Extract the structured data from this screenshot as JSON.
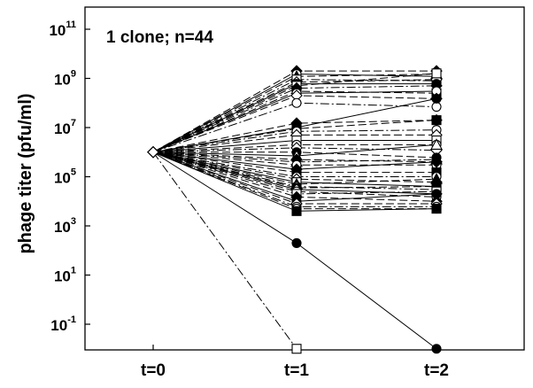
{
  "chart_data": {
    "type": "line",
    "title": "1 clone; n=44",
    "ylabel": "phage titer (pfu/ml)",
    "xlabel": "",
    "categories": [
      "t=0",
      "t=1",
      "t=2"
    ],
    "y_scale": "log",
    "ylim": [
      0.01,
      100000000000.0
    ],
    "y_ticks": [
      {
        "value": 0.1,
        "base": "10",
        "exp": "-1"
      },
      {
        "value": 10,
        "base": "10",
        "exp": "1"
      },
      {
        "value": 1000,
        "base": "10",
        "exp": "3"
      },
      {
        "value": 100000,
        "base": "10",
        "exp": "5"
      },
      {
        "value": 10000000,
        "base": "10",
        "exp": "7"
      },
      {
        "value": 1000000000,
        "base": "10",
        "exp": "9"
      },
      {
        "value": 100000000000,
        "base": "10",
        "exp": "11"
      }
    ],
    "grid": false,
    "legend": "none",
    "series": [
      {
        "values": [
          1000000.0,
          2000000000.0,
          2000000000.0
        ],
        "marker": "diamond-filled",
        "dash": "dashed"
      },
      {
        "values": [
          1000000.0,
          1500000000.0,
          1200000000.0
        ],
        "marker": "circle-open",
        "dash": "solid"
      },
      {
        "values": [
          1000000.0,
          1200000000.0,
          1500000000.0
        ],
        "marker": "triangle-filled",
        "dash": "dashed"
      },
      {
        "values": [
          1000000.0,
          900000000.0,
          800000000.0
        ],
        "marker": "square-open",
        "dash": "dashdot"
      },
      {
        "values": [
          1000000.0,
          700000000.0,
          900000000.0
        ],
        "marker": "diamond-open",
        "dash": "dashed"
      },
      {
        "values": [
          1000000.0,
          600000000.0,
          600000000.0
        ],
        "marker": "circle-filled",
        "dash": "solid"
      },
      {
        "values": [
          1000000.0,
          500000000.0,
          1600000000.0
        ],
        "marker": "square-open",
        "dash": "dashed"
      },
      {
        "values": [
          1000000.0,
          400000000.0,
          500000000.0
        ],
        "marker": "diamond-filled",
        "dash": "dashdot"
      },
      {
        "values": [
          1000000.0,
          300000000.0,
          250000000.0
        ],
        "marker": "square-filled",
        "dash": "dashed"
      },
      {
        "values": [
          1000000.0,
          250000000.0,
          300000000.0
        ],
        "marker": "circle-open",
        "dash": "solid"
      },
      {
        "values": [
          1000000.0,
          200000000.0,
          150000000.0
        ],
        "marker": "diamond-open",
        "dash": "dashed"
      },
      {
        "values": [
          1000000.0,
          100000000.0,
          70000000.0
        ],
        "marker": "circle-open",
        "dash": "dashdot"
      },
      {
        "values": [
          1000000.0,
          15000000.0,
          20000000.0
        ],
        "marker": "diamond-filled",
        "dash": "dashed"
      },
      {
        "values": [
          1000000.0,
          10000000.0,
          150000000.0
        ],
        "marker": "circle-filled",
        "dash": "solid"
      },
      {
        "values": [
          1000000.0,
          9000000.0,
          20000000.0
        ],
        "marker": "square-filled",
        "dash": "dashed"
      },
      {
        "values": [
          1000000.0,
          7000000.0,
          8000000.0
        ],
        "marker": "circle-open",
        "dash": "dashdot"
      },
      {
        "values": [
          1000000.0,
          5000000.0,
          5000000.0
        ],
        "marker": "diamond-open",
        "dash": "dashed"
      },
      {
        "values": [
          1000000.0,
          3000000.0,
          3000000.0
        ],
        "marker": "square-open",
        "dash": "solid"
      },
      {
        "values": [
          1000000.0,
          2000000.0,
          2000000.0
        ],
        "marker": "circle-open",
        "dash": "dashed"
      },
      {
        "values": [
          1000000.0,
          1500000.0,
          1200000.0
        ],
        "marker": "diamond-open",
        "dash": "dashdot"
      },
      {
        "values": [
          1000000.0,
          1000000.0,
          600000.0
        ],
        "marker": "circle-filled",
        "dash": "dashed"
      },
      {
        "values": [
          1000000.0,
          700000.0,
          2000000.0
        ],
        "marker": "triangle-open",
        "dash": "solid"
      },
      {
        "values": [
          1000000.0,
          500000.0,
          400000.0
        ],
        "marker": "diamond-filled",
        "dash": "dashed"
      },
      {
        "values": [
          1000000.0,
          400000.0,
          500000.0
        ],
        "marker": "triangle-filled",
        "dash": "dashdot"
      },
      {
        "values": [
          1000000.0,
          300000.0,
          300000.0
        ],
        "marker": "circle-open",
        "dash": "dashed"
      },
      {
        "values": [
          1000000.0,
          200000.0,
          400000.0
        ],
        "marker": "diamond-filled",
        "dash": "solid"
      },
      {
        "values": [
          1000000.0,
          150000.0,
          150000.0
        ],
        "marker": "square-filled",
        "dash": "dashed"
      },
      {
        "values": [
          1000000.0,
          100000.0,
          100000.0
        ],
        "marker": "circle-open",
        "dash": "dashdot"
      },
      {
        "values": [
          1000000.0,
          80000.0,
          60000.0
        ],
        "marker": "diamond-open",
        "dash": "dashed"
      },
      {
        "values": [
          1000000.0,
          60000.0,
          40000.0
        ],
        "marker": "square-open",
        "dash": "solid"
      },
      {
        "values": [
          1000000.0,
          50000.0,
          80000.0
        ],
        "marker": "triangle-filled",
        "dash": "dashed"
      },
      {
        "values": [
          1000000.0,
          40000.0,
          30000.0
        ],
        "marker": "circle-open",
        "dash": "dashdot"
      },
      {
        "values": [
          1000000.0,
          35000.0,
          40000.0
        ],
        "marker": "square-filled",
        "dash": "dashed"
      },
      {
        "values": [
          1000000.0,
          30000.0,
          20000.0
        ],
        "marker": "diamond-open",
        "dash": "solid"
      },
      {
        "values": [
          1000000.0,
          25000.0,
          15000.0
        ],
        "marker": "circle-open",
        "dash": "dashed"
      },
      {
        "values": [
          1000000.0,
          20000.0,
          25000.0
        ],
        "marker": "square-open",
        "dash": "dashdot"
      },
      {
        "values": [
          1000000.0,
          15000.0,
          10000.0
        ],
        "marker": "diamond-filled",
        "dash": "dashed"
      },
      {
        "values": [
          1000000.0,
          10000.0,
          20000.0
        ],
        "marker": "circle-filled",
        "dash": "solid"
      },
      {
        "values": [
          1000000.0,
          8000.0,
          8000.0
        ],
        "marker": "diamond-open",
        "dash": "dashed"
      },
      {
        "values": [
          1000000.0,
          6000.0,
          6000.0
        ],
        "marker": "circle-open",
        "dash": "dashdot"
      },
      {
        "values": [
          1000000.0,
          5000.0,
          5000.0
        ],
        "marker": "circle-open",
        "dash": "dashed"
      },
      {
        "values": [
          1000000.0,
          4000.0,
          5000.0
        ],
        "marker": "square-filled",
        "dash": "solid"
      },
      {
        "values": [
          1000000.0,
          200,
          0.01
        ],
        "marker": "circle-filled",
        "dash": "solid"
      },
      {
        "values": [
          1000000.0,
          0.01,
          null
        ],
        "marker": "square-open",
        "dash": "dashdot"
      }
    ]
  }
}
